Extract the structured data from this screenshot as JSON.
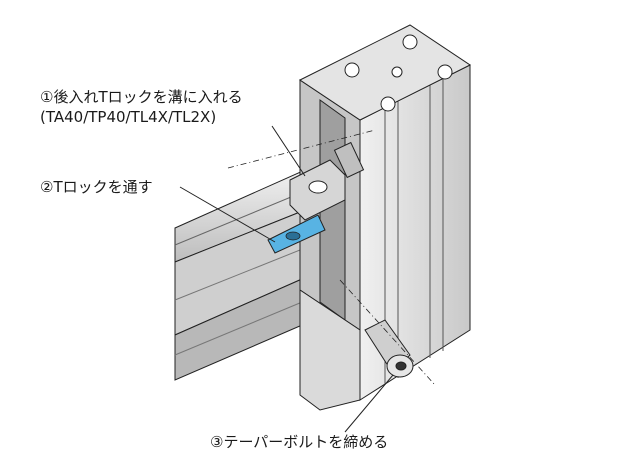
{
  "labels": {
    "step1_line1": "①後入れTロックを溝に入れる",
    "step1_line2": "(TA40/TP40/TL4X/TL2X)",
    "step2": "②Tロックを通す",
    "step3": "③テーパーボルトを締める"
  },
  "colors": {
    "aluminum_light": "#e9e9e9",
    "aluminum_mid": "#cfcfcf",
    "aluminum_dark": "#a8a8a8",
    "outline": "#222222",
    "tlock_blue": "#58b3e3"
  }
}
